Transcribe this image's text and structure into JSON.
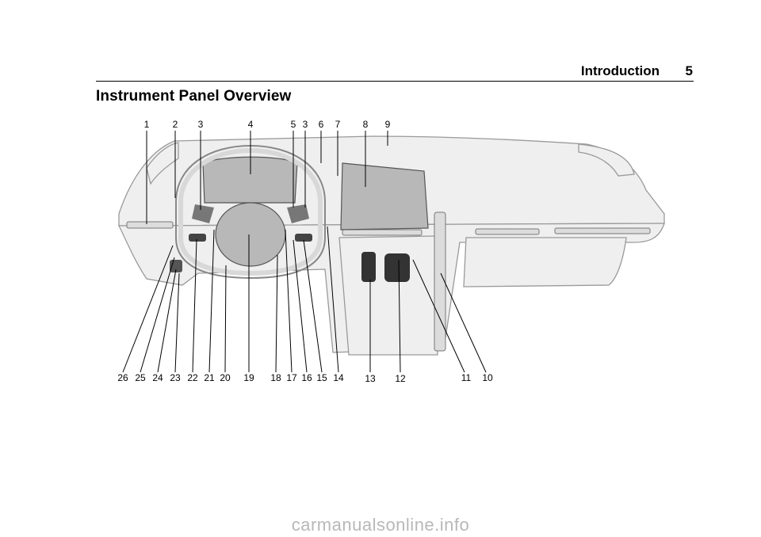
{
  "header": {
    "section": "Introduction",
    "page_number": "5"
  },
  "page_title": "Instrument Panel Overview",
  "callouts": {
    "top": [
      "1",
      "2",
      "3",
      "4",
      "5",
      "3",
      "6",
      "7",
      "8",
      "9"
    ],
    "bottom": [
      "26",
      "25",
      "24",
      "23",
      "22",
      "21",
      "20",
      "19",
      "18",
      "17",
      "16",
      "15",
      "14",
      "13",
      "12",
      "11",
      "10"
    ]
  },
  "watermark": "carmanualsonline.info",
  "colors": {
    "line": "#000000",
    "dash_fill": "#efefef",
    "dash_stroke": "#9a9a9a",
    "screen_fill": "#b8b8b8",
    "watermark": "#b8b8b8"
  }
}
